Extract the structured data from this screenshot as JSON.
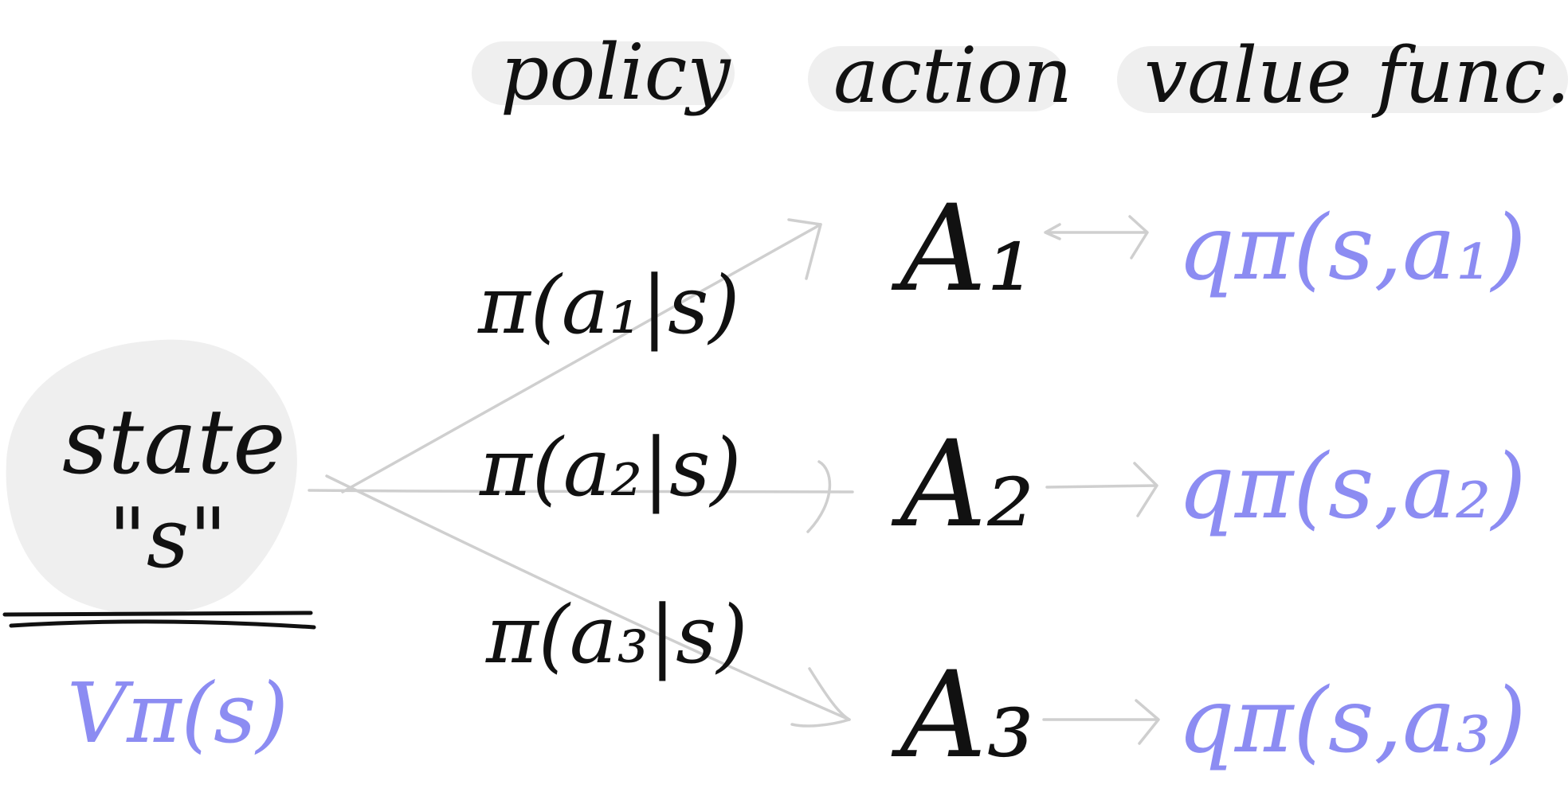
{
  "headers": {
    "policy": "policy",
    "action": "action",
    "value_func": "value func."
  },
  "state": {
    "label": "state",
    "symbol": "\"s\"",
    "value": "Vπ(s)"
  },
  "policies": [
    "π(a₁|s)",
    "π(a₂|s)",
    "π(a₃|s)"
  ],
  "actions": [
    "A₁",
    "A₂",
    "A₃"
  ],
  "q_values": [
    "qπ(s,a₁)",
    "qπ(s,a₂)",
    "qπ(s,a₃)"
  ],
  "colors": {
    "ink": "#111111",
    "value_blue": "#8c8cf2",
    "arrow_gray": "#cfcfcf",
    "highlight_gray": "#efefef"
  }
}
